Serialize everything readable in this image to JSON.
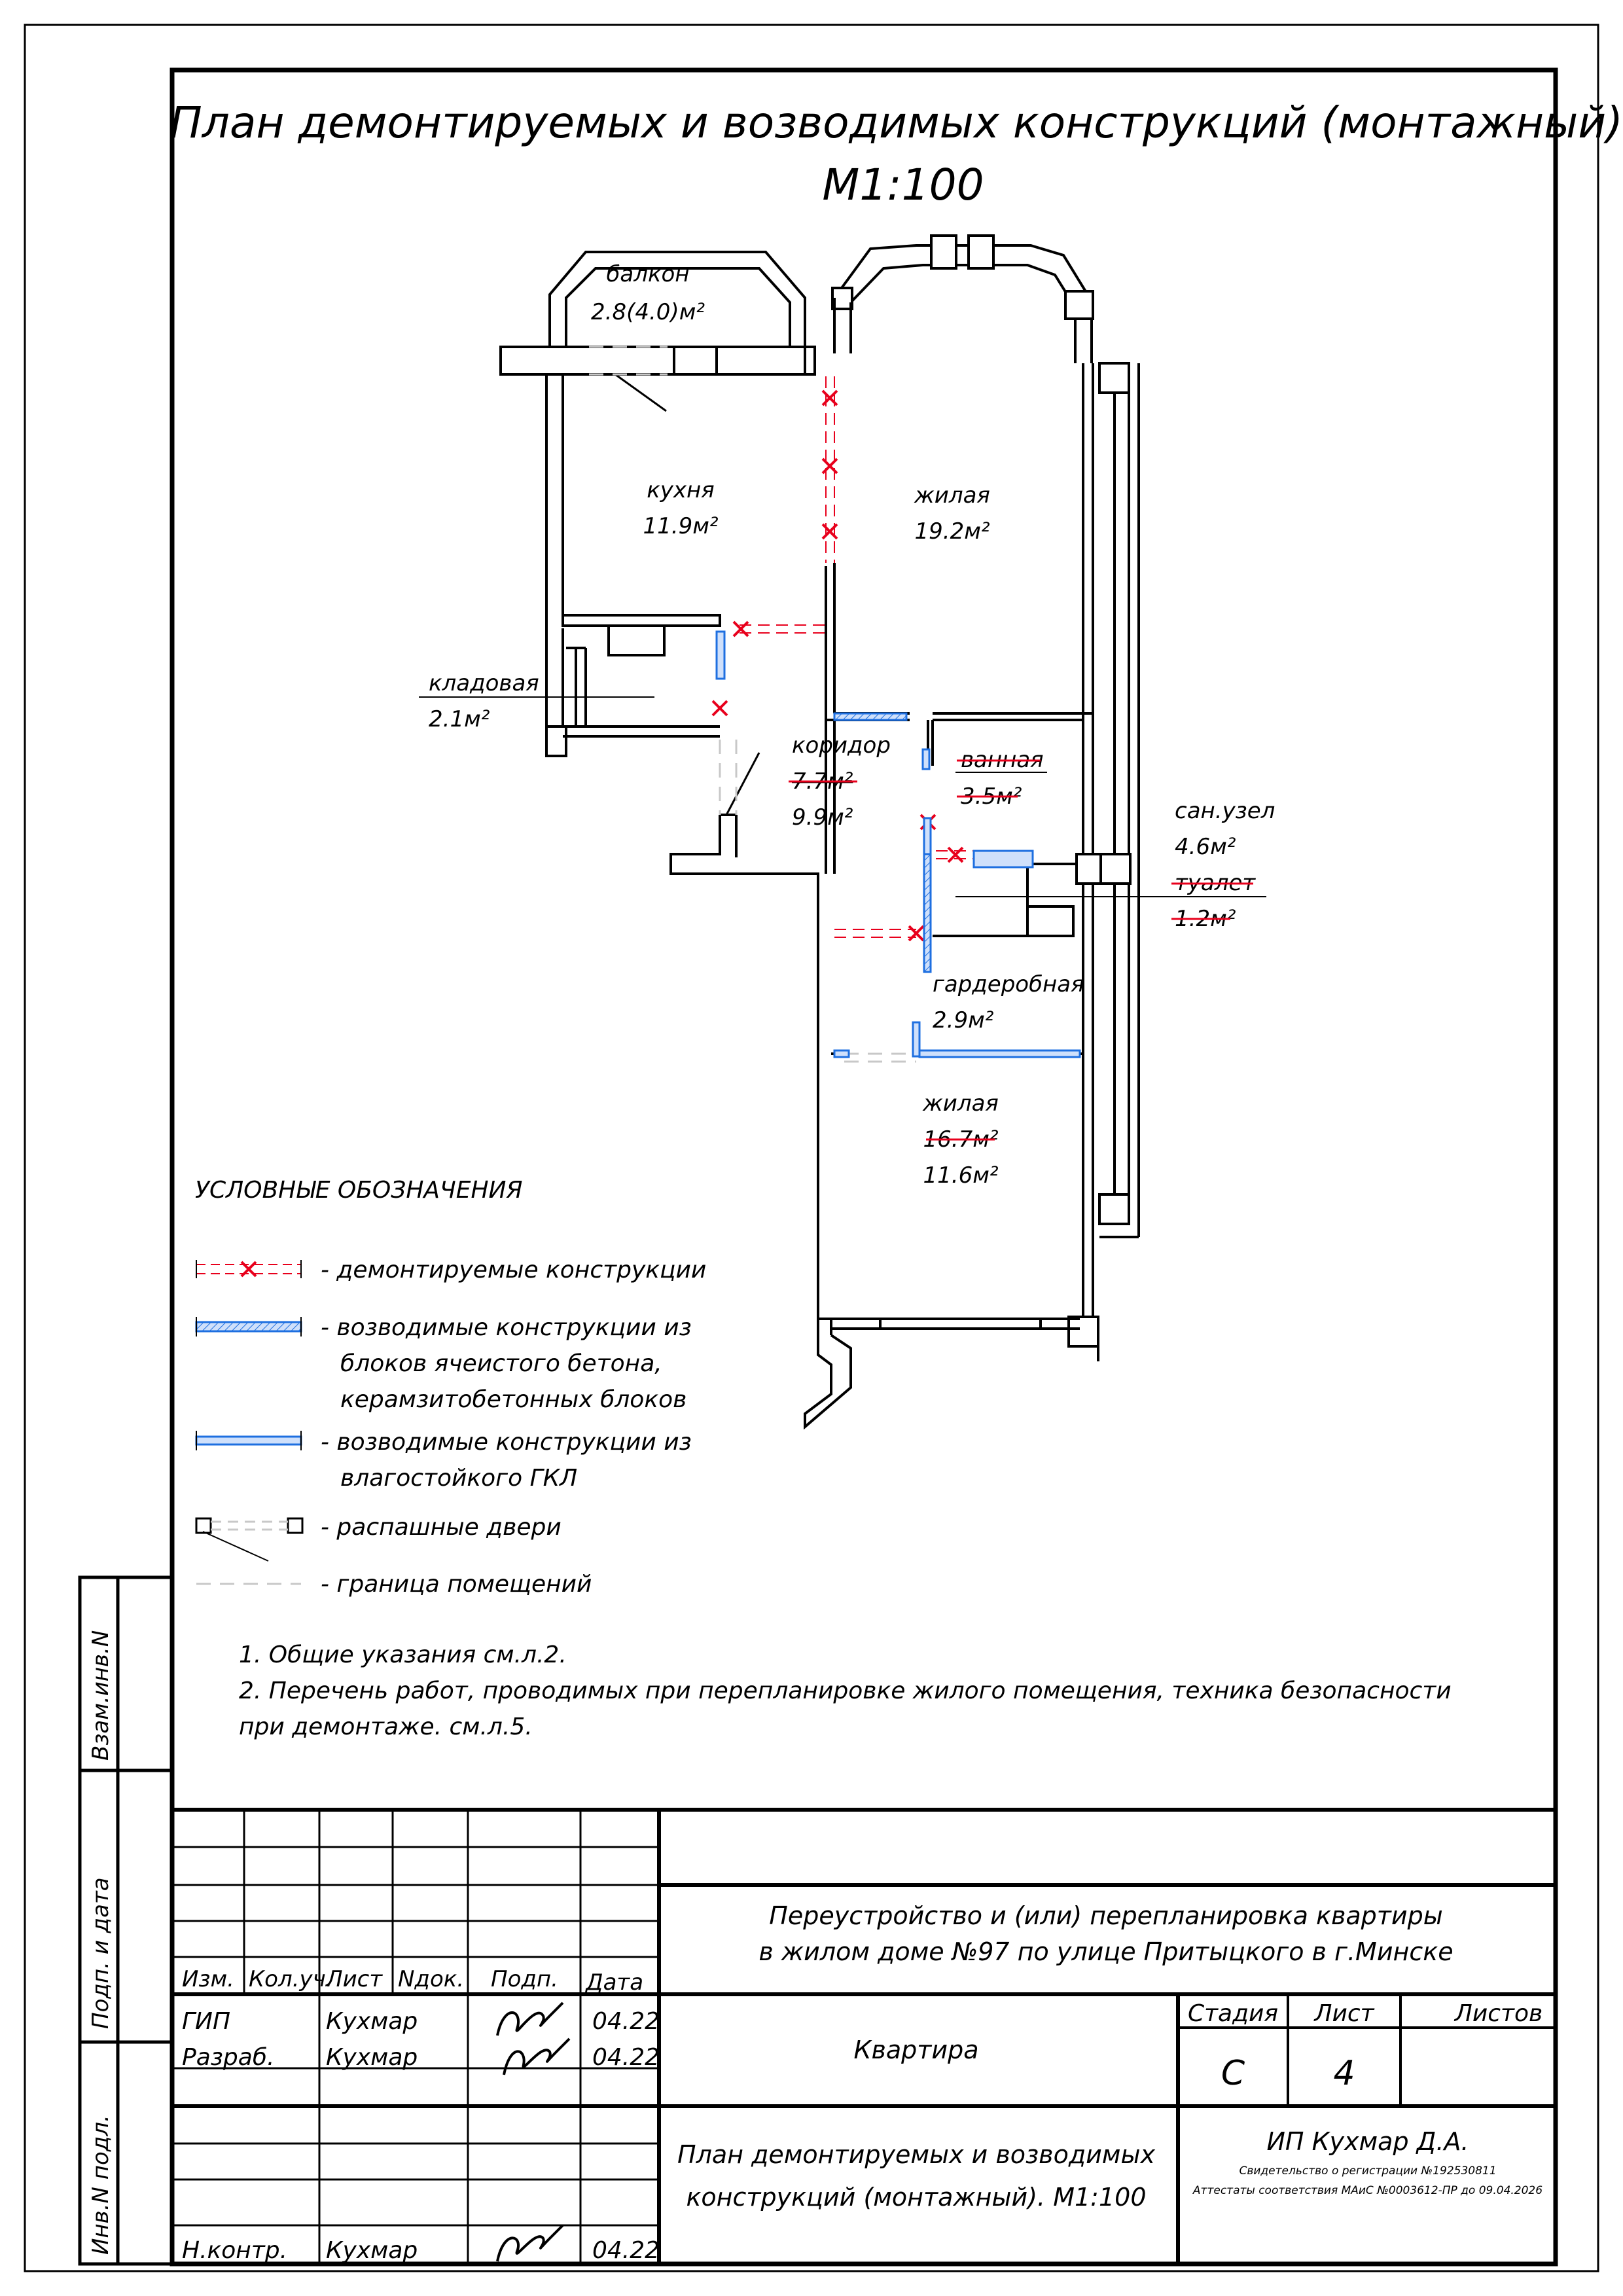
{
  "title": {
    "line1": "План демонтируемых и возводимых конструкций (монтажный).",
    "line2": "М1:100"
  },
  "rooms": {
    "balcony": {
      "name": "балкон",
      "area": "2.8(4.0)м²"
    },
    "kitchen": {
      "name": "кухня",
      "area": "11.9м²"
    },
    "living1": {
      "name": "жилая",
      "area": "19.2м²"
    },
    "storage": {
      "name": "кладовая",
      "area": "2.1м²"
    },
    "corridor": {
      "name": "коридор",
      "area_old": "7.7м²",
      "area_new": "9.9м²"
    },
    "bath": {
      "name": "ванная",
      "area": "3.5м²"
    },
    "sanuzel": {
      "name": "сан.узел",
      "area": "4.6м²"
    },
    "toilet": {
      "name": "туалет",
      "area": "1.2м²"
    },
    "wardrobe": {
      "name": "гардеробная",
      "area": "2.9м²"
    },
    "living2": {
      "name": "жилая",
      "area_old": "16.7м²",
      "area_new": "11.6м²"
    }
  },
  "legend": {
    "heading": "УСЛОВНЫЕ ОБОЗНАЧЕНИЯ",
    "items": [
      "- демонтируемые конструкции",
      "- возводимые конструкции из",
      "блоков ячеистого бетона,",
      "керамзитобетонных блоков",
      "- возводимые конструкции из",
      "влагостойкого ГКЛ",
      "- распашные двери",
      "- граница помещений"
    ]
  },
  "notes": [
    "1. Общие указания см.л.2.",
    "2. Перечень работ, проводимых при перепланировке жилого помещения, техника безопасности",
    "при демонтаже. см.л.5."
  ],
  "side_stamp": {
    "vzam": "Взам.инв.N",
    "podp": "Подп. и дата",
    "inv": "Инв.N подл."
  },
  "title_block": {
    "headers": [
      "Изм.",
      "Кол.уч.",
      "Лист",
      "Nдок.",
      "Подп.",
      "Дата"
    ],
    "rows": [
      {
        "role": "ГИП",
        "name": "Кухмар",
        "date": "04.22"
      },
      {
        "role": "Разраб.",
        "name": "Кухмар",
        "date": "04.22"
      },
      {
        "role": "Н.контр.",
        "name": "Кухмар",
        "date": "04.22"
      }
    ],
    "project_line1": "Переустройство и (или) перепланировка квартиры",
    "project_line2": "в жилом доме №97 по улице Притыцкого в г.Минске",
    "object": "Квартира",
    "stage_label": "Стадия",
    "sheet_label": "Лист",
    "sheets_label": "Листов",
    "stage": "С",
    "sheet": "4",
    "sheets": "",
    "sheet_title1": "План демонтируемых и возводимых",
    "sheet_title2": "конструкций (монтажный). М1:100",
    "company": "ИП Кухмар Д.А.",
    "cert1": "Свидетельство о регистрации №192530811",
    "cert2": "Аттестаты соответствия МАиС №0003612-ПР до 09.04.2026"
  },
  "colors": {
    "demolish": "#e8001c",
    "build": "#1e6fe0",
    "line": "#000000"
  }
}
